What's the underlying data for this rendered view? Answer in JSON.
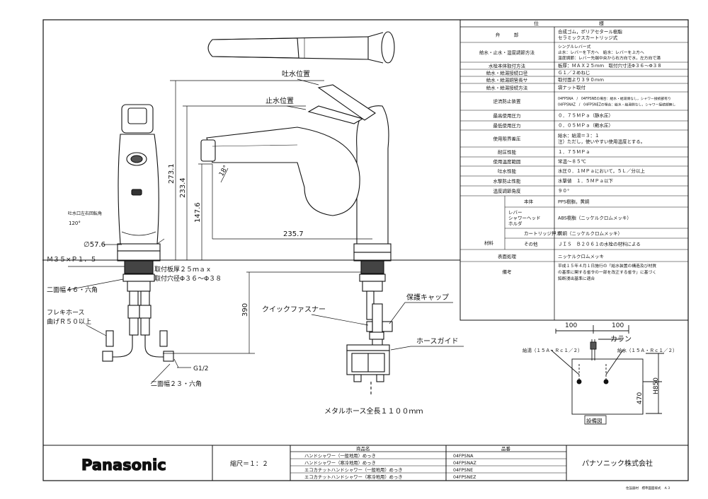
{
  "spec_table": {
    "header_left": "仕",
    "header_right": "様",
    "rows": [
      {
        "label": "弁　　　部",
        "lines": [
          "合成ゴム，ポリアセタール樹脂",
          "セラミックスカートリッジ式"
        ]
      },
      {
        "label": "給水・止水・温度調節方法",
        "lines": [
          "シングルレバー式",
          "止水：レバーを下方へ　給水：レバーを上方へ",
          "温度調節：レバー先端中央から右方向で水，左方向で湯"
        ]
      },
      {
        "label": "水栓本体取付方法",
        "lines": [
          "板厚：ＭＡＸ２５ｍｍ　取付穴寸法Φ３６～Φ３８"
        ]
      },
      {
        "label": "給水・給湯接続口径",
        "lines": [
          "Ｇ１／２めねじ"
        ]
      },
      {
        "label": "給水・給湯銅管長サ",
        "lines": [
          "取付面より３９０ｍｍ"
        ]
      },
      {
        "label": "給水・給湯接続方法",
        "lines": [
          "袋ナット取付"
        ]
      },
      {
        "label": "逆流防止装置",
        "lines": [
          "04FPSNA　/　04FPSNEの場合：給水・給湯側なし，シャワー接続部有り",
          "04FPSNAZ　/　04FPSNEZの場合：給水・給湯側なし，シャワー接続部無し"
        ]
      },
      {
        "label": "最高使用圧力",
        "lines": [
          "０．７５ＭＰａ（静水圧）"
        ]
      },
      {
        "label": "最低使用圧力",
        "lines": [
          "０．０５ＭＰａ（動水圧）"
        ]
      },
      {
        "label": "使用限界差圧",
        "lines": [
          "給水：給湯＝３：１",
          "注）ただし，使いやすい使用温度とする。"
        ]
      },
      {
        "label": "耐圧性能",
        "lines": [
          "１．７５ＭＰａ"
        ]
      },
      {
        "label": "使用温度範囲",
        "lines": [
          "常温～８５℃"
        ]
      },
      {
        "label": "吐水性能",
        "lines": [
          "水圧０．１ＭＰａにおいて，５Ｌ／分以上"
        ]
      },
      {
        "label": "水撃防止性能",
        "lines": [
          "水撃値　１．５ＭＰａ以下"
        ]
      },
      {
        "label": "温度調節角度",
        "lines": [
          "９０°"
        ]
      }
    ],
    "materials_label": "材料",
    "materials": [
      {
        "label": "本体",
        "value": "PPS樹脂，黄銅"
      },
      {
        "label": "レバー\nシャワーヘッド\nホルダ",
        "value": "ABS樹脂（ニッケルクロムメッキ）"
      },
      {
        "label": "カートリッジ押え",
        "value": "黄銅（ニッケルクロムメッキ）"
      },
      {
        "label": "その他",
        "value": "ＪＩＳ　Ｂ２０６１の水栓の材料による"
      }
    ],
    "surface_label": "表面処理",
    "surface_value": "ニッケルクロムメッキ",
    "remarks_label": "備考",
    "remarks_lines": [
      "平成１５年４月１日施行の「給水装置の構造及び材質",
      "の基準に関する省令の一部を改正する省令」に基づく",
      "鉛断浸出基準に適合"
    ]
  },
  "dimensions": {
    "d273": "273.1",
    "d233": "233.4",
    "d147": "147.6",
    "d235": "235.7",
    "d390": "390",
    "d57": "∅57.6",
    "angle18": "18°",
    "angle120": "120°",
    "d100a": "100",
    "d100b": "100",
    "d470": "470",
    "dH850": "H850"
  },
  "labels": {
    "spout_position": "吐水位置",
    "stop_position": "止水位置",
    "rotation_angle": "吐水口左右回転角",
    "m35": "Ｍ３５×Ｐ１．５",
    "plate": "取付板厚２５ｍａｘ",
    "hole": "取付穴径Φ３６～Φ３８",
    "hex46": "二面幅４６・六角",
    "flex_hose_1": "フレキホース",
    "flex_hose_2": "曲げＲ５０以上",
    "g12": "G1/2",
    "hex23": "二面幅２３・六角",
    "quick_fastener": "クイックファスナー",
    "protect_cap": "保護キャップ",
    "hose_guide": "ホースガイド",
    "metal_hose": "メタルホース全長１１００ｍｍ",
    "karan": "カラン",
    "supply_hot": "給湯（１５Ａ・Ｒｃ１／２）",
    "supply_cold": "給水（１５Ａ・Ｒｃ１／２）",
    "install_fig": "設備図"
  },
  "title_block": {
    "logo": "Panasonic",
    "scale": "縮尺＝１：２",
    "col_name": "商品名",
    "col_code": "品番",
    "products": [
      {
        "name": "ハンドシャワー（一般地用）めっき",
        "code": "04FPSNA"
      },
      {
        "name": "ハンドシャワー（寒冷地用）めっき",
        "code": "04FPSNAZ"
      },
      {
        "name": "エコカチットハンドシャワー（一般地用）めっき",
        "code": "04FPSNE"
      },
      {
        "name": "エコカチットハンドシャワー（寒冷地用）めっき",
        "code": "04FPSNEZ"
      }
    ],
    "company": "パナソニック株式会社",
    "footer_note": "住設器材　標準図面様式　Ａ３"
  }
}
